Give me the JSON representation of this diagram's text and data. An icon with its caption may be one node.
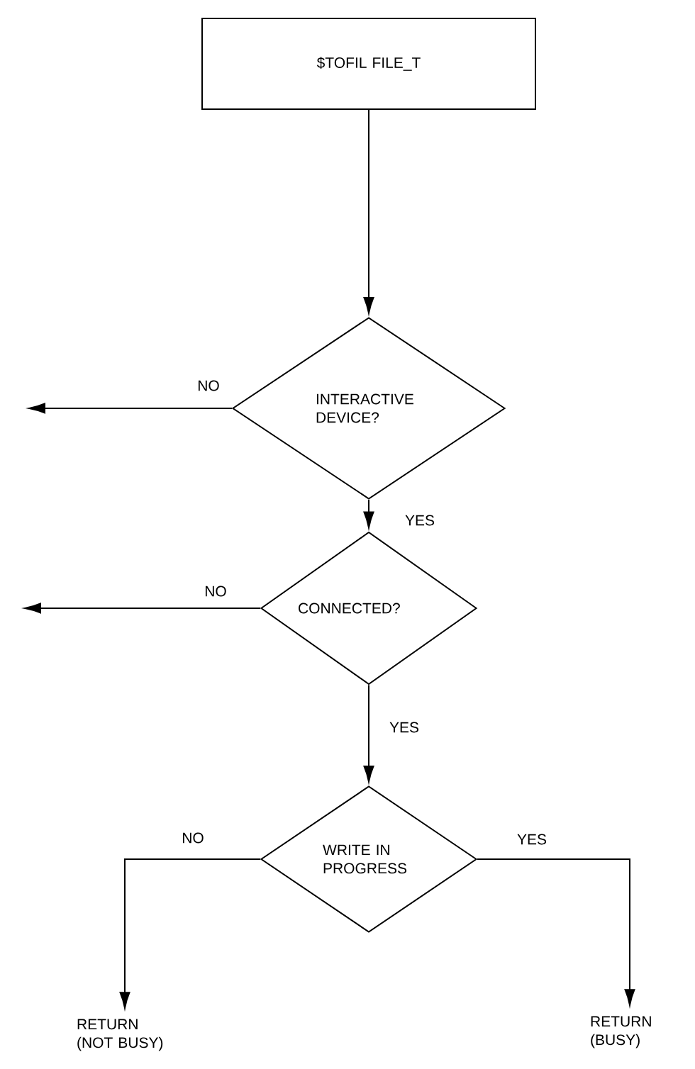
{
  "diagram": {
    "nodes": [
      {
        "text": [
          "$TOFIL FILE_T"
        ]
      },
      {
        "text": [
          "INTERACTIVE DEVICE?"
        ]
      },
      {
        "text": [
          "CONNECTED?"
        ]
      },
      {
        "text": [
          "WRITE IN PROGRESS"
        ]
      },
      {
        "text": [
          "RETURN (NOT BUSY)"
        ]
      },
      {
        "text": [
          "RETURN (BUSY)"
        ]
      }
    ],
    "edges": [
      {
        "from": 0,
        "to": 1,
        "arrow": "to"
      },
      {
        "from": 1,
        "to": null,
        "arrow": "to",
        "label": "NO"
      },
      {
        "from": 1,
        "to": 2,
        "arrow": "to",
        "label": "YES"
      },
      {
        "from": 2,
        "to": null,
        "arrow": "to",
        "label": "NO"
      },
      {
        "from": 2,
        "to": 3,
        "arrow": "to",
        "label": "YES"
      },
      {
        "from": 3,
        "to": 4,
        "arrow": "to",
        "label": "NO"
      },
      {
        "from": 3,
        "to": 5,
        "arrow": "to",
        "label": "YES"
      }
    ]
  }
}
